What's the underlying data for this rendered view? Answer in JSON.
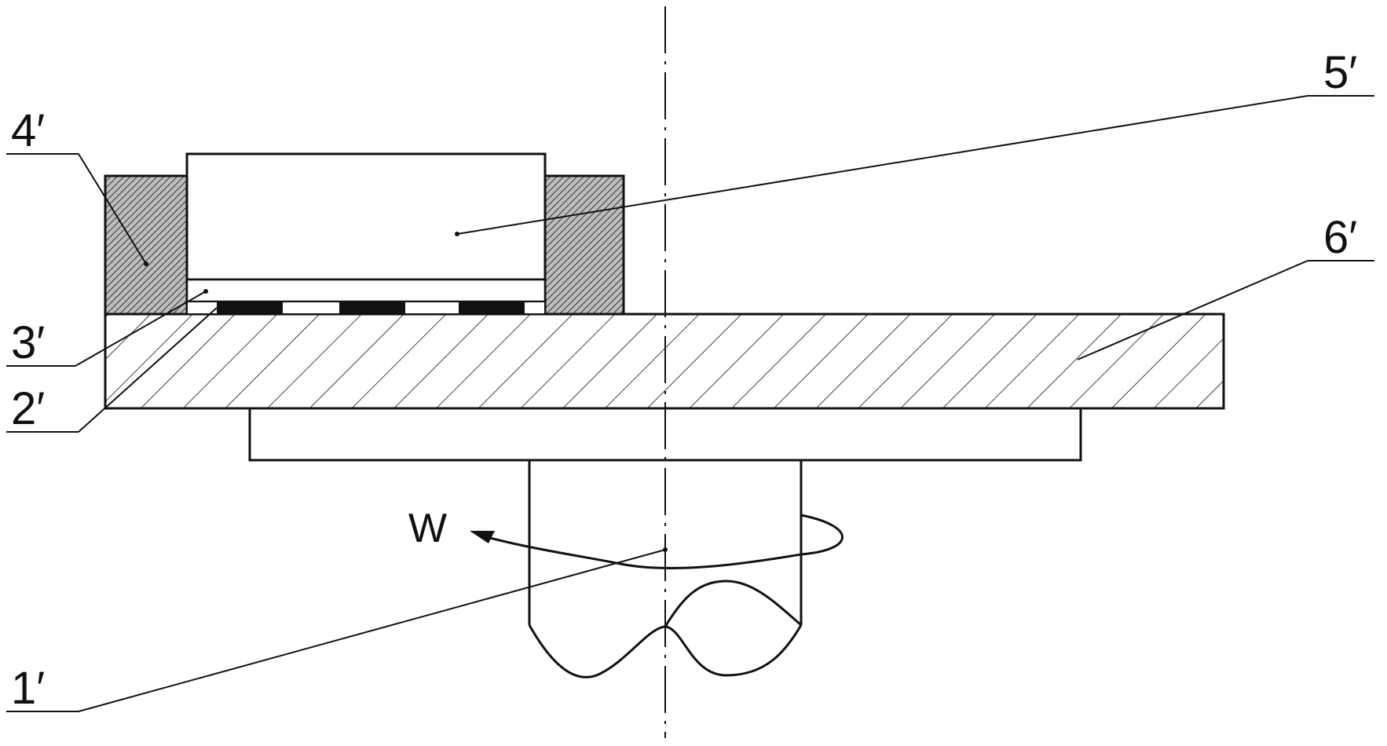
{
  "labels": {
    "part1": "1′",
    "part2": "2′",
    "part3": "3′",
    "part4": "4′",
    "part5": "5′",
    "part6": "6′",
    "rotation": "W"
  },
  "colors": {
    "line": "#111111",
    "fill": "#ffffff",
    "hatch_dense": "#222222"
  },
  "components": {
    "pads": 3
  }
}
